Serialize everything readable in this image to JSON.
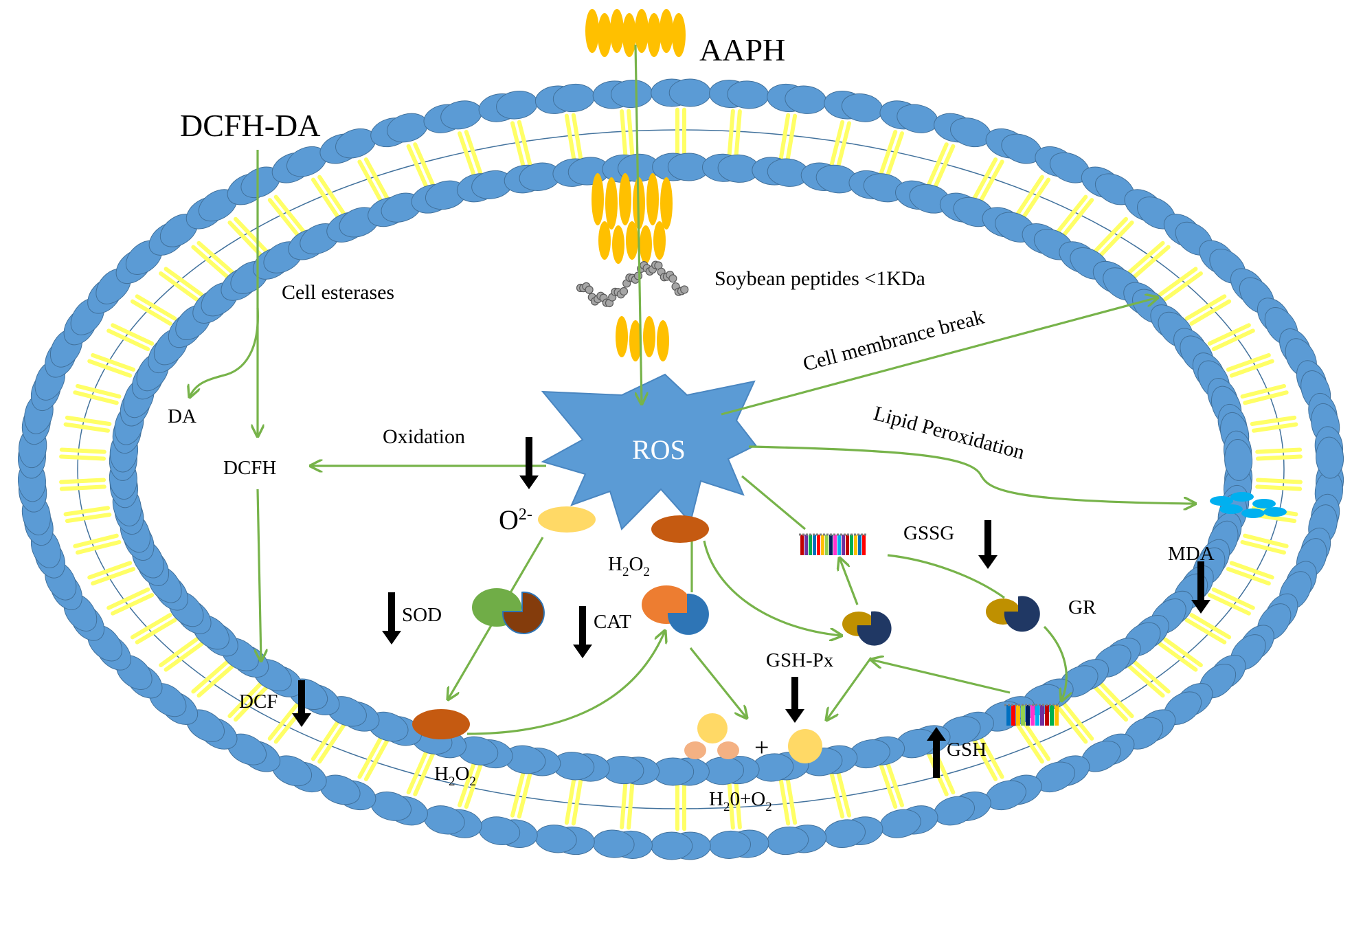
{
  "labels": {
    "aaph": "AAPH",
    "dcfh_da": "DCFH-DA",
    "cell_esterases": "Cell esterases",
    "soybean_peptides": "Soybean  peptides <1KDa",
    "membrane_break": "Cell membrance break",
    "lipid_peroxidation": "Lipid Peroxidation",
    "da": "DA",
    "dcfh": "DCFH",
    "oxidation": "Oxidation",
    "ros": "ROS",
    "superoxide_base": "O",
    "superoxide_sup": "2-",
    "h2o2_center": {
      "h": "H",
      "s1": "2",
      "o": "O",
      "s2": "2"
    },
    "h2o2_bottom": {
      "h": "H",
      "s1": "2",
      "o": "O",
      "s2": "2"
    },
    "h2o_o2": {
      "h": "H",
      "s1": "2",
      "rest": "0+O",
      "s2": "2"
    },
    "sod": "SOD",
    "cat": "CAT",
    "gsh_px": "GSH-Px",
    "gssg": "GSSG",
    "gr": "GR",
    "gsh": "GSH",
    "mda": "MDA",
    "dcf": "DCF",
    "plus": "+"
  },
  "colors": {
    "membrane_head": "#5b9bd5",
    "membrane_tail": "#ffff66",
    "arrow": "#77b34a",
    "aaph": "#ffc000",
    "ros": "#5b9bd5",
    "mda": "#00b0f0",
    "superoxide": "#ffd966",
    "h2o2": "#c55a11"
  }
}
